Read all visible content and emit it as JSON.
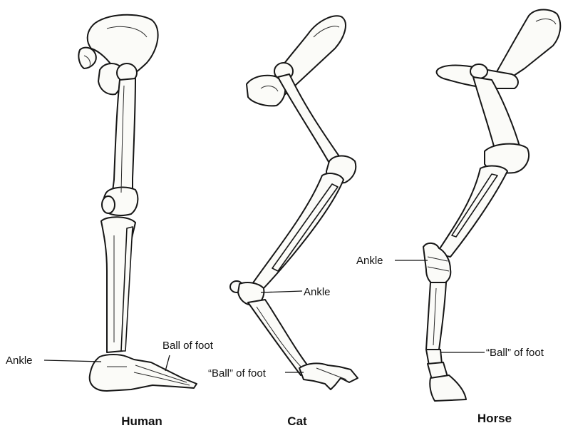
{
  "figures": [
    {
      "id": "human",
      "title": "Human",
      "labels": {
        "ankle": "Ankle",
        "ball": "Ball of foot"
      }
    },
    {
      "id": "cat",
      "title": "Cat",
      "labels": {
        "ankle": "Ankle",
        "ball": "“Ball” of foot"
      }
    },
    {
      "id": "horse",
      "title": "Horse",
      "labels": {
        "ankle": "Ankle",
        "ball": "“Ball” of foot"
      }
    }
  ],
  "colors": {
    "bone_fill": "#fbfbf8",
    "outline": "#161616",
    "background": "#ffffff"
  }
}
